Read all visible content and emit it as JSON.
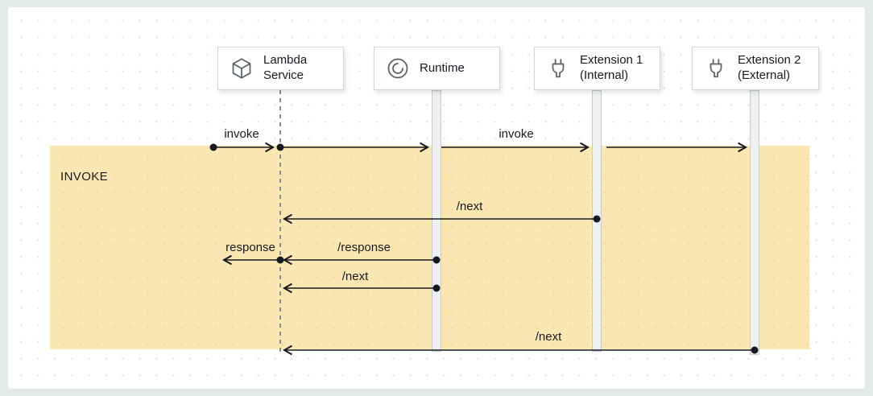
{
  "diagram": {
    "band": {
      "label": "INVOKE",
      "color": "#fbe7b1"
    },
    "actors": [
      {
        "label": "Lambda Service",
        "icon": "cube-icon"
      },
      {
        "label": "Runtime",
        "icon": "runtime-icon"
      },
      {
        "label": "Extension 1 (Internal)",
        "icon": "plug-icon"
      },
      {
        "label": "Extension 2 (External)",
        "icon": "plug-icon"
      }
    ],
    "messages": {
      "invoke_in": "invoke",
      "invoke_chain": "invoke",
      "next_ext1": "/next",
      "response_runtime": "/response",
      "response_out": "response",
      "next_runtime": "/next",
      "next_ext2": "/next"
    }
  }
}
